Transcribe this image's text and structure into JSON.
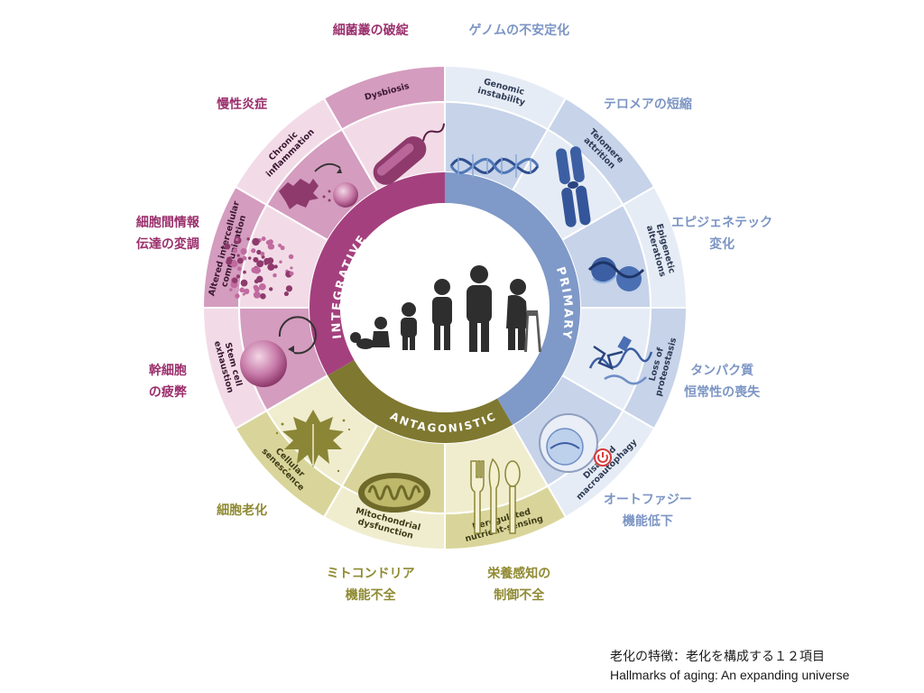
{
  "colors": {
    "primary": "#7f99c8",
    "primary_light": "#c6d3e9",
    "primary_pale": "#e6ecf5",
    "primary_label": "#7c95c4",
    "antagonistic": "#7f7830",
    "antagonistic_light": "#d9d59a",
    "antagonistic_pale": "#f0edcf",
    "antagonistic_label": "#8f8a33",
    "integrative": "#a4407e",
    "integrative_light": "#d49cbf",
    "integrative_pale": "#f2dbe7",
    "integrative_label": "#9b2f6c"
  },
  "categories": [
    {
      "key": "primary",
      "label": "PRIMARY"
    },
    {
      "key": "antagonistic",
      "label": "ANTAGONISTIC"
    },
    {
      "key": "integrative",
      "label": "INTEGRATIVE"
    }
  ],
  "hallmarks": [
    {
      "key": "genomic",
      "category": "primary",
      "en": [
        "Genomic",
        "instability"
      ],
      "jp": [
        "ゲノムの不安定化"
      ],
      "icon": "dna-helix-icon"
    },
    {
      "key": "telomere",
      "category": "primary",
      "en": [
        "Telomere",
        "attrition"
      ],
      "jp": [
        "テロメアの短縮"
      ],
      "icon": "chromosome-icon"
    },
    {
      "key": "epigenetic",
      "category": "primary",
      "en": [
        "Epigenetic",
        "alterations"
      ],
      "jp": [
        "エピジェネテック",
        "変化"
      ],
      "icon": "nucleosome-icon"
    },
    {
      "key": "proteostasis",
      "category": "primary",
      "en": [
        "Loss of",
        "proteostasis"
      ],
      "jp": [
        "タンパク質",
        "恒常性の喪失"
      ],
      "icon": "protein-structure-icon"
    },
    {
      "key": "autophagy",
      "category": "primary",
      "en": [
        "Disabled",
        "macroautophagy"
      ],
      "jp": [
        "オートファジー",
        "機能低下"
      ],
      "icon": "autophagosome-power-icon"
    },
    {
      "key": "nutrient",
      "category": "antagonistic",
      "en": [
        "Deregulated",
        "nutrient-sensing"
      ],
      "jp": [
        "栄養感知の",
        "制御不全"
      ],
      "icon": "cutlery-icon"
    },
    {
      "key": "mitochondria",
      "category": "antagonistic",
      "en": [
        "Mitochondrial",
        "dysfunction"
      ],
      "jp": [
        "ミトコンドリア",
        "機能不全"
      ],
      "icon": "mitochondrion-icon"
    },
    {
      "key": "senescence",
      "category": "antagonistic",
      "en": [
        "Cellular",
        "senescence"
      ],
      "jp": [
        "細胞老化"
      ],
      "icon": "withered-leaf-icon"
    },
    {
      "key": "stemcell",
      "category": "integrative",
      "en": [
        "Stem cell",
        "exhaustion"
      ],
      "jp": [
        "幹細胞",
        "の疲弊"
      ],
      "icon": "stem-cell-icon"
    },
    {
      "key": "communication",
      "category": "integrative",
      "en": [
        "Altered intercellular",
        "communication"
      ],
      "jp": [
        "細胞間情報",
        "伝達の変調"
      ],
      "icon": "dot-network-icon"
    },
    {
      "key": "inflammation",
      "category": "integrative",
      "en": [
        "Chronic",
        "inflammation"
      ],
      "jp": [
        "慢性炎症"
      ],
      "icon": "immune-cell-icon"
    },
    {
      "key": "dysbiosis",
      "category": "integrative",
      "en": [
        "Dysbiosis"
      ],
      "jp": [
        "細菌叢の破綻"
      ],
      "icon": "bacterium-icon"
    }
  ],
  "center_icon": "human-life-stages-icon",
  "caption": {
    "jp": "老化の特徴：老化を構成する１２項目",
    "en": "Hallmarks of aging: An expanding universe"
  }
}
